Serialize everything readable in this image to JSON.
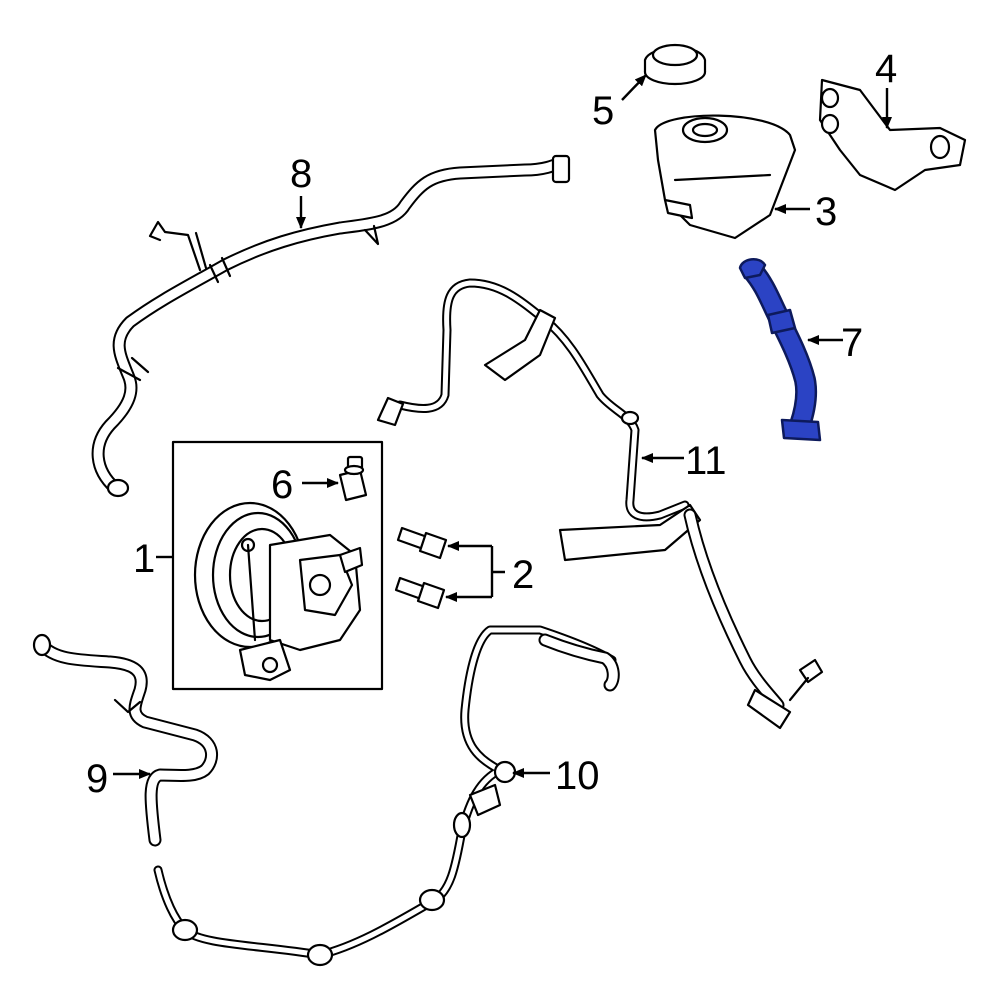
{
  "callouts": {
    "c1": "1",
    "c2": "2",
    "c3": "3",
    "c4": "4",
    "c5": "5",
    "c6": "6",
    "c7": "7",
    "c8": "8",
    "c9": "9",
    "c10": "10",
    "c11": "11"
  },
  "colors": {
    "highlight": "#2b43c4",
    "highlight_outline": "#0d1a5c",
    "line": "#000000",
    "background": "#ffffff"
  },
  "highlighted_callout": "7"
}
